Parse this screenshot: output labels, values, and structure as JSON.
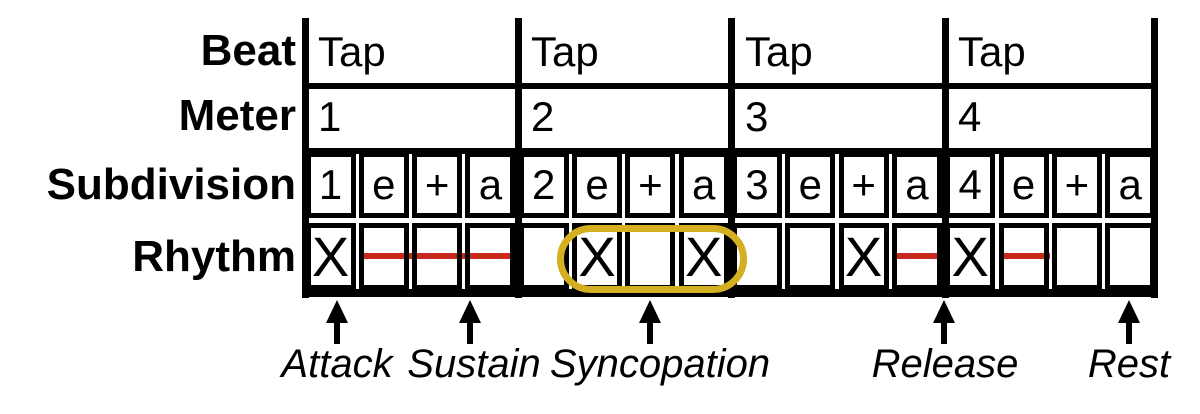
{
  "diagram": {
    "row_labels": {
      "beat": "Beat",
      "meter": "Meter",
      "subdivision": "Subdivision",
      "rhythm": "Rhythm"
    },
    "beats": [
      {
        "beat": "Tap",
        "meter": "1"
      },
      {
        "beat": "Tap",
        "meter": "2"
      },
      {
        "beat": "Tap",
        "meter": "3"
      },
      {
        "beat": "Tap",
        "meter": "4"
      }
    ],
    "subdivision_cells": [
      "1",
      "e",
      "+",
      "a",
      "2",
      "e",
      "+",
      "a",
      "3",
      "e",
      "+",
      "a",
      "4",
      "e",
      "+",
      "a"
    ],
    "rhythm_cells": [
      {
        "mark": "X",
        "sustain": false,
        "circled": false
      },
      {
        "mark": "",
        "sustain": true,
        "circled": false
      },
      {
        "mark": "",
        "sustain": true,
        "circled": false
      },
      {
        "mark": "",
        "sustain": true,
        "circled": false
      },
      {
        "mark": "",
        "sustain": false,
        "circled": false
      },
      {
        "mark": "X",
        "sustain": false,
        "circled": true
      },
      {
        "mark": "",
        "sustain": false,
        "circled": true
      },
      {
        "mark": "X",
        "sustain": false,
        "circled": true
      },
      {
        "mark": "",
        "sustain": false,
        "circled": false
      },
      {
        "mark": "",
        "sustain": false,
        "circled": false
      },
      {
        "mark": "X",
        "sustain": false,
        "circled": false
      },
      {
        "mark": "",
        "sustain": true,
        "circled": false
      },
      {
        "mark": "X",
        "sustain": false,
        "circled": false
      },
      {
        "mark": "",
        "sustain": true,
        "circled": false
      },
      {
        "mark": "",
        "sustain": false,
        "circled": false
      },
      {
        "mark": "",
        "sustain": false,
        "circled": false
      }
    ],
    "annotations": [
      {
        "label": "Attack",
        "points_to": "X mark on subdivision 1 of beat 1"
      },
      {
        "label": "Sustain",
        "points_to": "red sustain line on subdivision a of beat 1"
      },
      {
        "label": "Syncopation",
        "points_to": "circled X _ X on subdivisions e + a of beat 2"
      },
      {
        "label": "Release",
        "points_to": "end of sustain line at boundary of beat 3 and beat 4"
      },
      {
        "label": "Rest",
        "points_to": "empty subdivision a of beat 4"
      }
    ],
    "colors": {
      "sustain_line": "#C9281C",
      "syncopation_circle": "#D4AF21",
      "grid": "#000000",
      "background": "#FFFFFF"
    }
  }
}
